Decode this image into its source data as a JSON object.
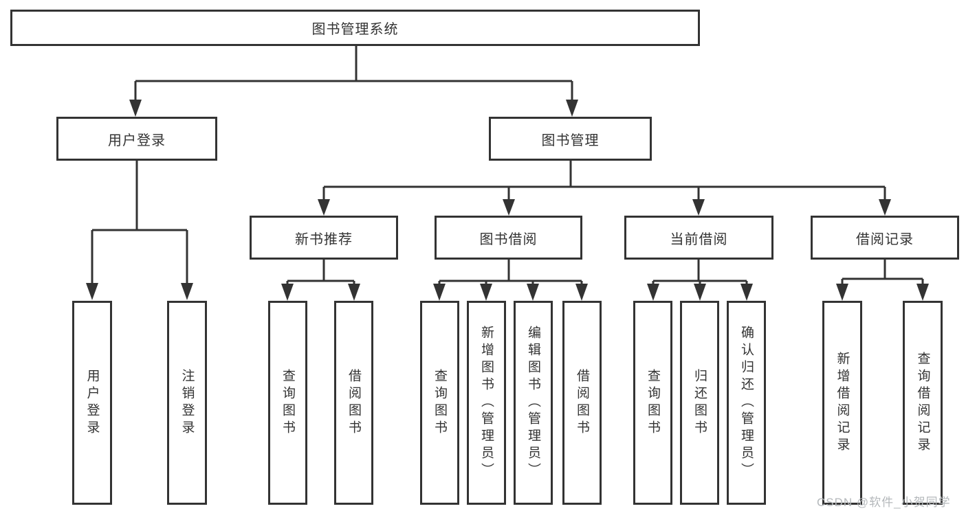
{
  "diagram": {
    "title": "图书管理系统",
    "tree": {
      "label": "图书管理系统",
      "children": [
        {
          "label": "用户登录",
          "children": [
            {
              "label": "用户登录"
            },
            {
              "label": "注销登录"
            }
          ]
        },
        {
          "label": "图书管理",
          "children": [
            {
              "label": "新书推荐",
              "children": [
                {
                  "label": "查询图书"
                },
                {
                  "label": "借阅图书"
                }
              ]
            },
            {
              "label": "图书借阅",
              "children": [
                {
                  "label": "查询图书"
                },
                {
                  "label": "新增图书（管理员）"
                },
                {
                  "label": "编辑图书（管理员）"
                },
                {
                  "label": "借阅图书"
                }
              ]
            },
            {
              "label": "当前借阅",
              "children": [
                {
                  "label": "查询图书"
                },
                {
                  "label": "归还图书"
                },
                {
                  "label": "确认归还（管理员）"
                }
              ]
            },
            {
              "label": "借阅记录",
              "children": [
                {
                  "label": "新增借阅记录"
                },
                {
                  "label": "查询借阅记录"
                }
              ]
            }
          ]
        }
      ]
    },
    "watermark": "CSDN @软件_小贺同学",
    "colors": {
      "line": "#333333",
      "text": "#333333",
      "background": "#ffffff",
      "watermark": "#b4b8bb"
    }
  }
}
